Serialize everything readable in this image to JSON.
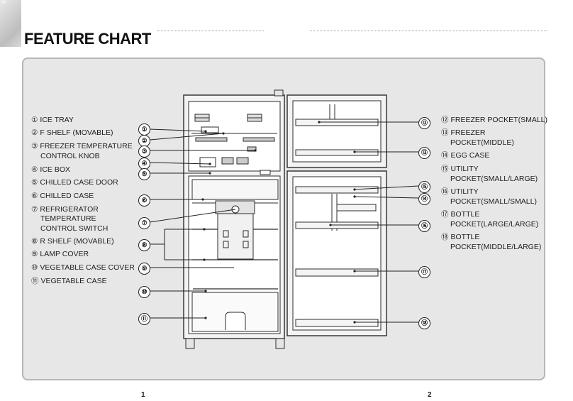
{
  "header": {
    "corner_page_label": "A8",
    "title": "FEATURE CHART"
  },
  "left_labels": [
    {
      "num": "①",
      "text": "ICE TRAY"
    },
    {
      "num": "②",
      "text": "F SHELF (MOVABLE)"
    },
    {
      "num": "③",
      "text": "FREEZER TEMPERATURE",
      "text2": "CONTROL KNOB"
    },
    {
      "num": "④",
      "text": "ICE BOX"
    },
    {
      "num": "⑤",
      "text": "CHILLED CASE DOOR"
    },
    {
      "num": "⑥",
      "text": "CHILLED CASE"
    },
    {
      "num": "⑦",
      "text": "REFRIGERATOR",
      "text2": "TEMPERATURE",
      "text3": "CONTROL SWITCH"
    },
    {
      "num": "⑧",
      "text": "R SHELF (MOVABLE)"
    },
    {
      "num": "⑨",
      "text": "LAMP COVER"
    },
    {
      "num": "⑩",
      "text": "VEGETABLE CASE COVER"
    },
    {
      "num": "⑪",
      "text": "VEGETABLE CASE"
    }
  ],
  "right_labels": [
    {
      "num": "⑫",
      "text": "FREEZER POCKET(SMALL)"
    },
    {
      "num": "⑬",
      "text": "FREEZER",
      "text2": "POCKET(MIDDLE)"
    },
    {
      "num": "⑭",
      "text": "EGG CASE"
    },
    {
      "num": "⑮",
      "text": "UTILITY",
      "text2": "POCKET(SMALL/LARGE)"
    },
    {
      "num": "⑯",
      "text": "UTILITY",
      "text2": "POCKET(SMALL/SMALL)"
    },
    {
      "num": "⑰",
      "text": "BOTTLE",
      "text2": "POCKET(LARGE/LARGE)"
    },
    {
      "num": "⑱",
      "text": "BOTTLE",
      "text2": "POCKET(MIDDLE/LARGE)"
    }
  ],
  "callouts_left": [
    "①",
    "②",
    "③",
    "④",
    "⑤",
    "⑥",
    "⑦",
    "⑧",
    "⑨",
    "⑩",
    "⑪"
  ],
  "callouts_right": [
    "⑫",
    "⑬",
    "⑮",
    "⑭",
    "⑯",
    "⑰",
    "⑱"
  ],
  "footer": {
    "page_left": "1",
    "page_right": "2"
  }
}
